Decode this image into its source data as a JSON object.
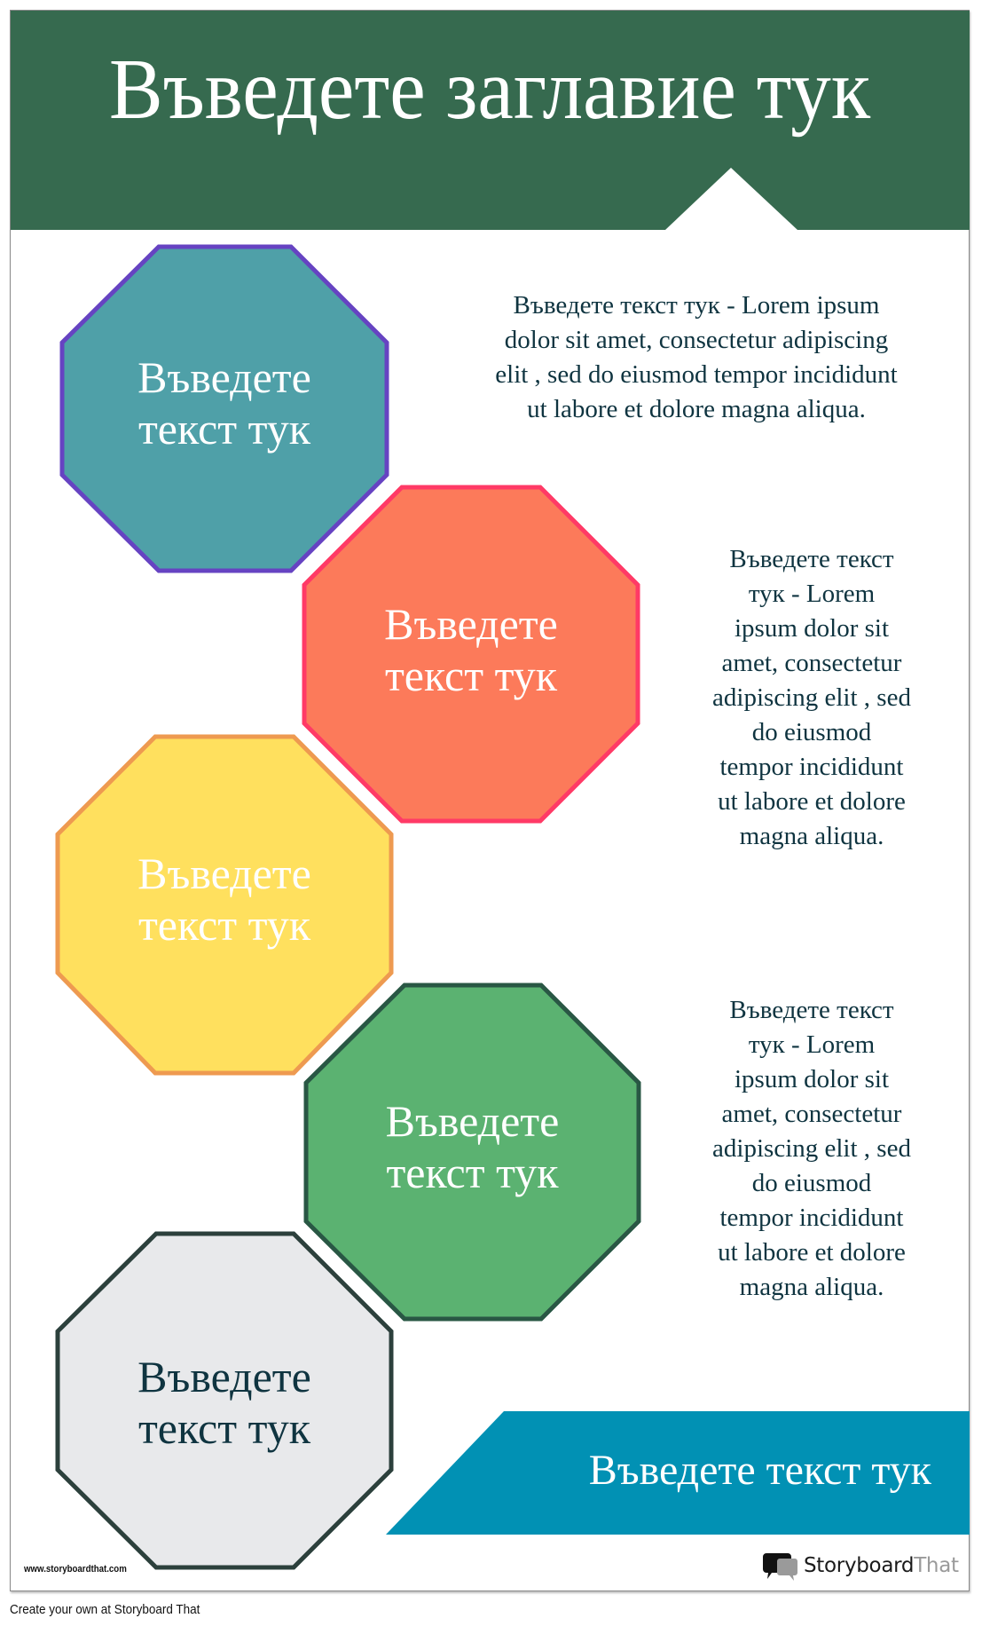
{
  "header": {
    "title": "Въведете заглавие тук",
    "background_color": "#366a4f"
  },
  "octagons": [
    {
      "label_line1": "Въведете",
      "label_line2": "текст тук",
      "fill": "#4fa0a8",
      "border": "#6643c2",
      "text_color": "#ffffff"
    },
    {
      "label_line1": "Въведете",
      "label_line2": "текст тук",
      "fill": "#fc7a5a",
      "border": "#ff3a66",
      "text_color": "#ffffff"
    },
    {
      "label_line1": "Въведете",
      "label_line2": "текст тук",
      "fill": "#ffe05e",
      "border": "#ee9a50",
      "text_color": "#ffffff"
    },
    {
      "label_line1": "Въведете",
      "label_line2": "текст тук",
      "fill": "#5bb271",
      "border": "#295744",
      "text_color": "#ffffff"
    },
    {
      "label_line1": "Въведете",
      "label_line2": "текст тук",
      "fill": "#e8e9eb",
      "border": "#2c403c",
      "text_color": "#0f3440"
    }
  ],
  "descriptions": [
    {
      "lines": [
        "Въведете текст тук - Lorem ipsum",
        "dolor sit amet, consectetur adipiscing",
        "elit , sed do eiusmod tempor incididunt",
        "ut labore et dolore magna aliqua."
      ]
    },
    {
      "lines": [
        "Въведете текст",
        "тук - Lorem",
        "ipsum dolor sit",
        "amet, consectetur",
        "adipiscing elit , sed",
        "do eiusmod",
        "tempor incididunt",
        "ut labore et dolore",
        "magna aliqua."
      ]
    },
    {
      "lines": [
        "Въведете текст",
        "тук - Lorem",
        "ipsum dolor sit",
        "amet, consectetur",
        "adipiscing elit , sed",
        "do eiusmod",
        "tempor incididunt",
        "ut labore et dolore",
        "magna aliqua."
      ]
    }
  ],
  "banner": {
    "text": "Въведете текст тук",
    "background_color": "#0191b4"
  },
  "watermark": {
    "url": "www.storyboardthat.com",
    "logo_part1": "Storyboard",
    "logo_part2": "That",
    "logo_icon": "speech-bubbles-icon"
  },
  "footer": {
    "note": "Create your own at Storyboard That"
  },
  "colors": {
    "body_text": "#0f3440"
  }
}
